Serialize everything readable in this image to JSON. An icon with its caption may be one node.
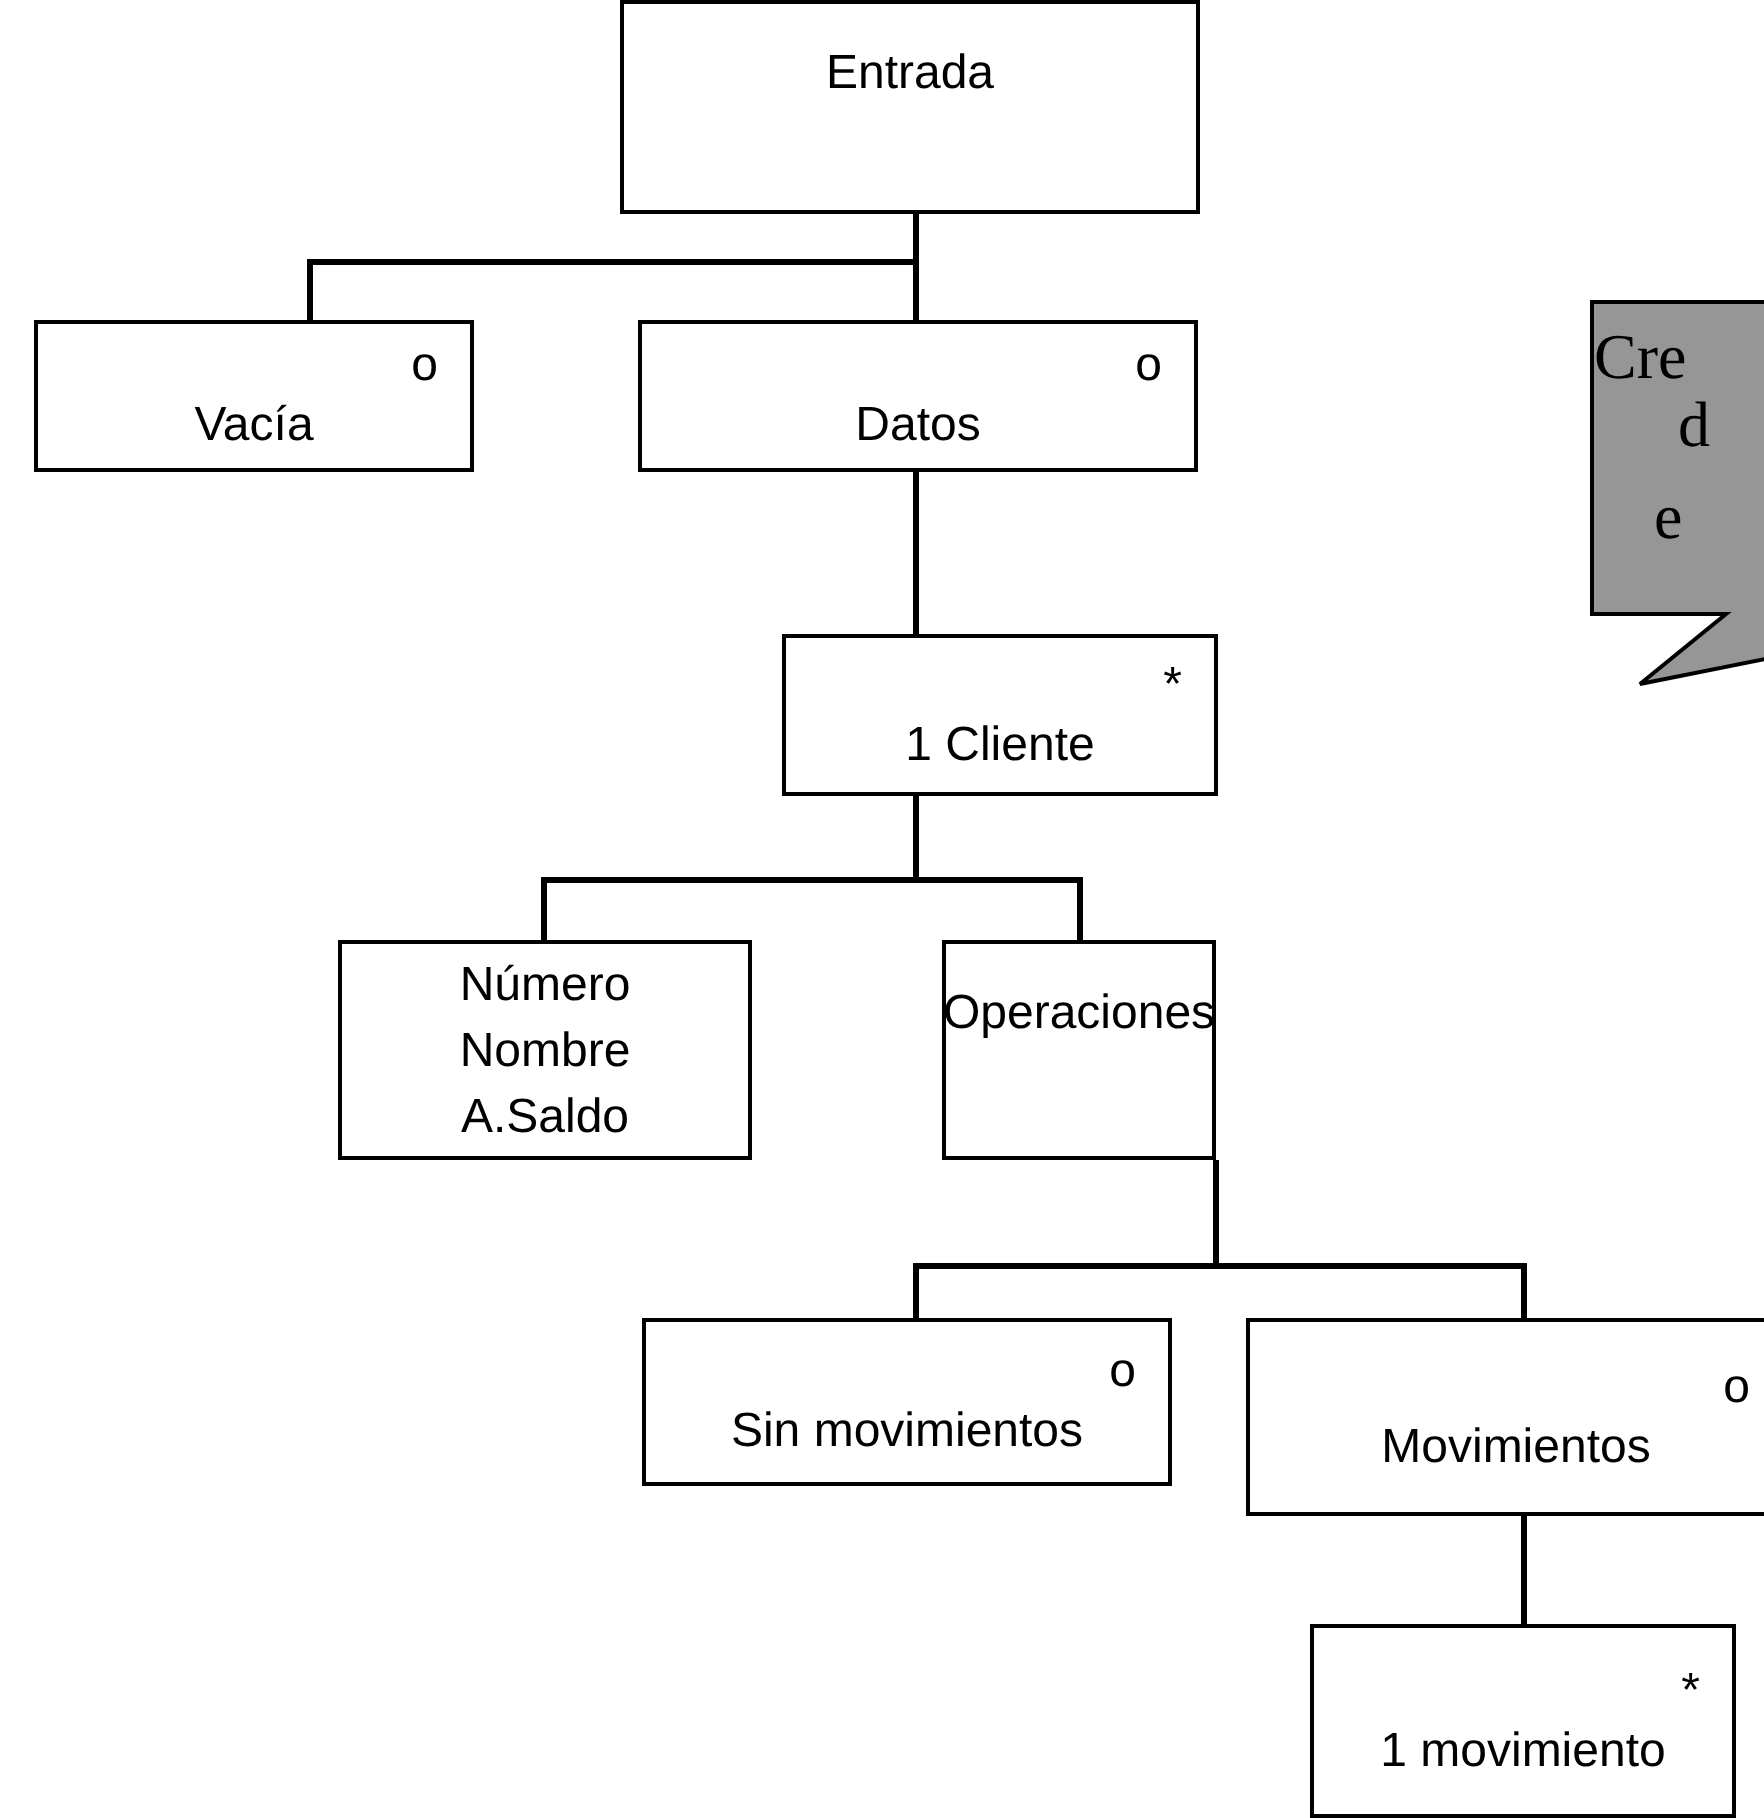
{
  "diagram": {
    "nodes": [
      {
        "text": [
          "Entrada"
        ]
      },
      {
        "text": [
          "o",
          "Vacía"
        ]
      },
      {
        "text": [
          "o",
          "Datos"
        ]
      },
      {
        "text": [
          "*",
          "1 Cliente"
        ]
      },
      {
        "text": [
          "Número",
          "Nombre",
          "A.Saldo"
        ]
      },
      {
        "text": [
          "Operaciones"
        ]
      },
      {
        "text": [
          "o",
          "Sin movimientos"
        ]
      },
      {
        "text": [
          "o",
          "Movimientos"
        ]
      },
      {
        "text": [
          "*",
          "1 movimiento"
        ]
      },
      {
        "text": [
          "Cre",
          "d",
          "e"
        ]
      }
    ],
    "edges": [
      {
        "from": 0,
        "to": 1,
        "arrow": "none"
      },
      {
        "from": 0,
        "to": 2,
        "arrow": "none"
      },
      {
        "from": 2,
        "to": 3,
        "arrow": "none"
      },
      {
        "from": 3,
        "to": 4,
        "arrow": "none"
      },
      {
        "from": 3,
        "to": 5,
        "arrow": "none"
      },
      {
        "from": 5,
        "to": 6,
        "arrow": "none"
      },
      {
        "from": 5,
        "to": 7,
        "arrow": "none"
      },
      {
        "from": 7,
        "to": 8,
        "arrow": "none"
      }
    ]
  }
}
